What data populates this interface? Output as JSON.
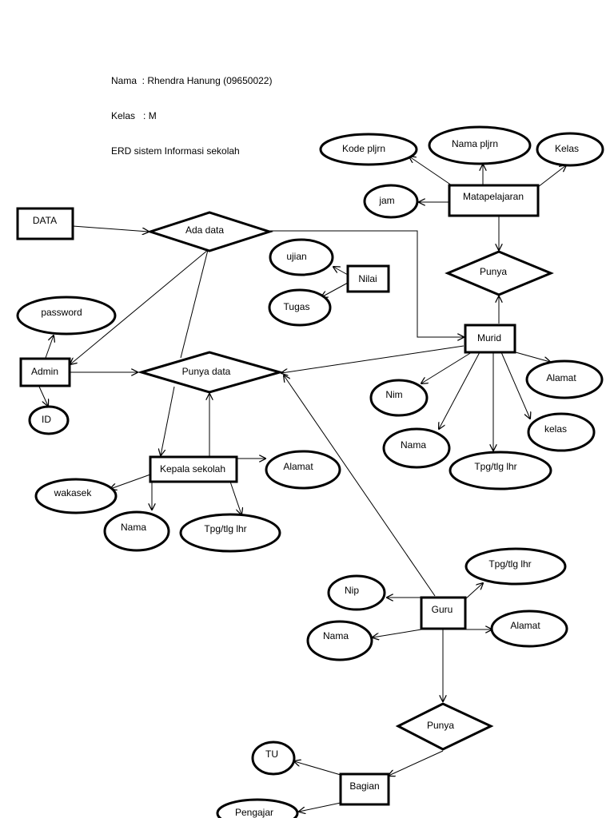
{
  "header": {
    "nama_line": "Nama  : Rhendra Hanung (09650022)",
    "kelas_line": "Kelas   : M",
    "title_line": "ERD sistem Informasi sekolah"
  },
  "entities": {
    "data": "DATA",
    "admin": "Admin",
    "matapelajaran": "Matapelajaran",
    "nilai": "Nilai",
    "murid": "Murid",
    "kepala_sekolah": "Kepala sekolah",
    "guru": "Guru",
    "bagian": "Bagian"
  },
  "relationships": {
    "ada_data": "Ada data",
    "punya_data": "Punya data",
    "punya_matapelajaran": "Punya",
    "punya_guru": "Punya"
  },
  "attributes": {
    "kode_pljrn": "Kode pljrn",
    "nama_pljrn": "Nama pljrn",
    "kelas_pljrn": "Kelas",
    "jam": "jam",
    "ujian": "ujian",
    "tugas": "Tugas",
    "password": "password",
    "admin_id": "ID",
    "murid_nim": "Nim",
    "murid_nama": "Nama",
    "murid_ttl": "Tpg/tlg lhr",
    "murid_kelas": "kelas",
    "murid_alamat": "Alamat",
    "ks_alamat": "Alamat",
    "ks_wakasek": "wakasek",
    "ks_nama": "Nama",
    "ks_ttl": "Tpg/tlg lhr",
    "guru_ttl": "Tpg/tlg lhr",
    "guru_nip": "Nip",
    "guru_nama": "Nama",
    "guru_alamat": "Alamat",
    "bagian_tu": "TU",
    "bagian_pengajar": "Pengajar"
  }
}
